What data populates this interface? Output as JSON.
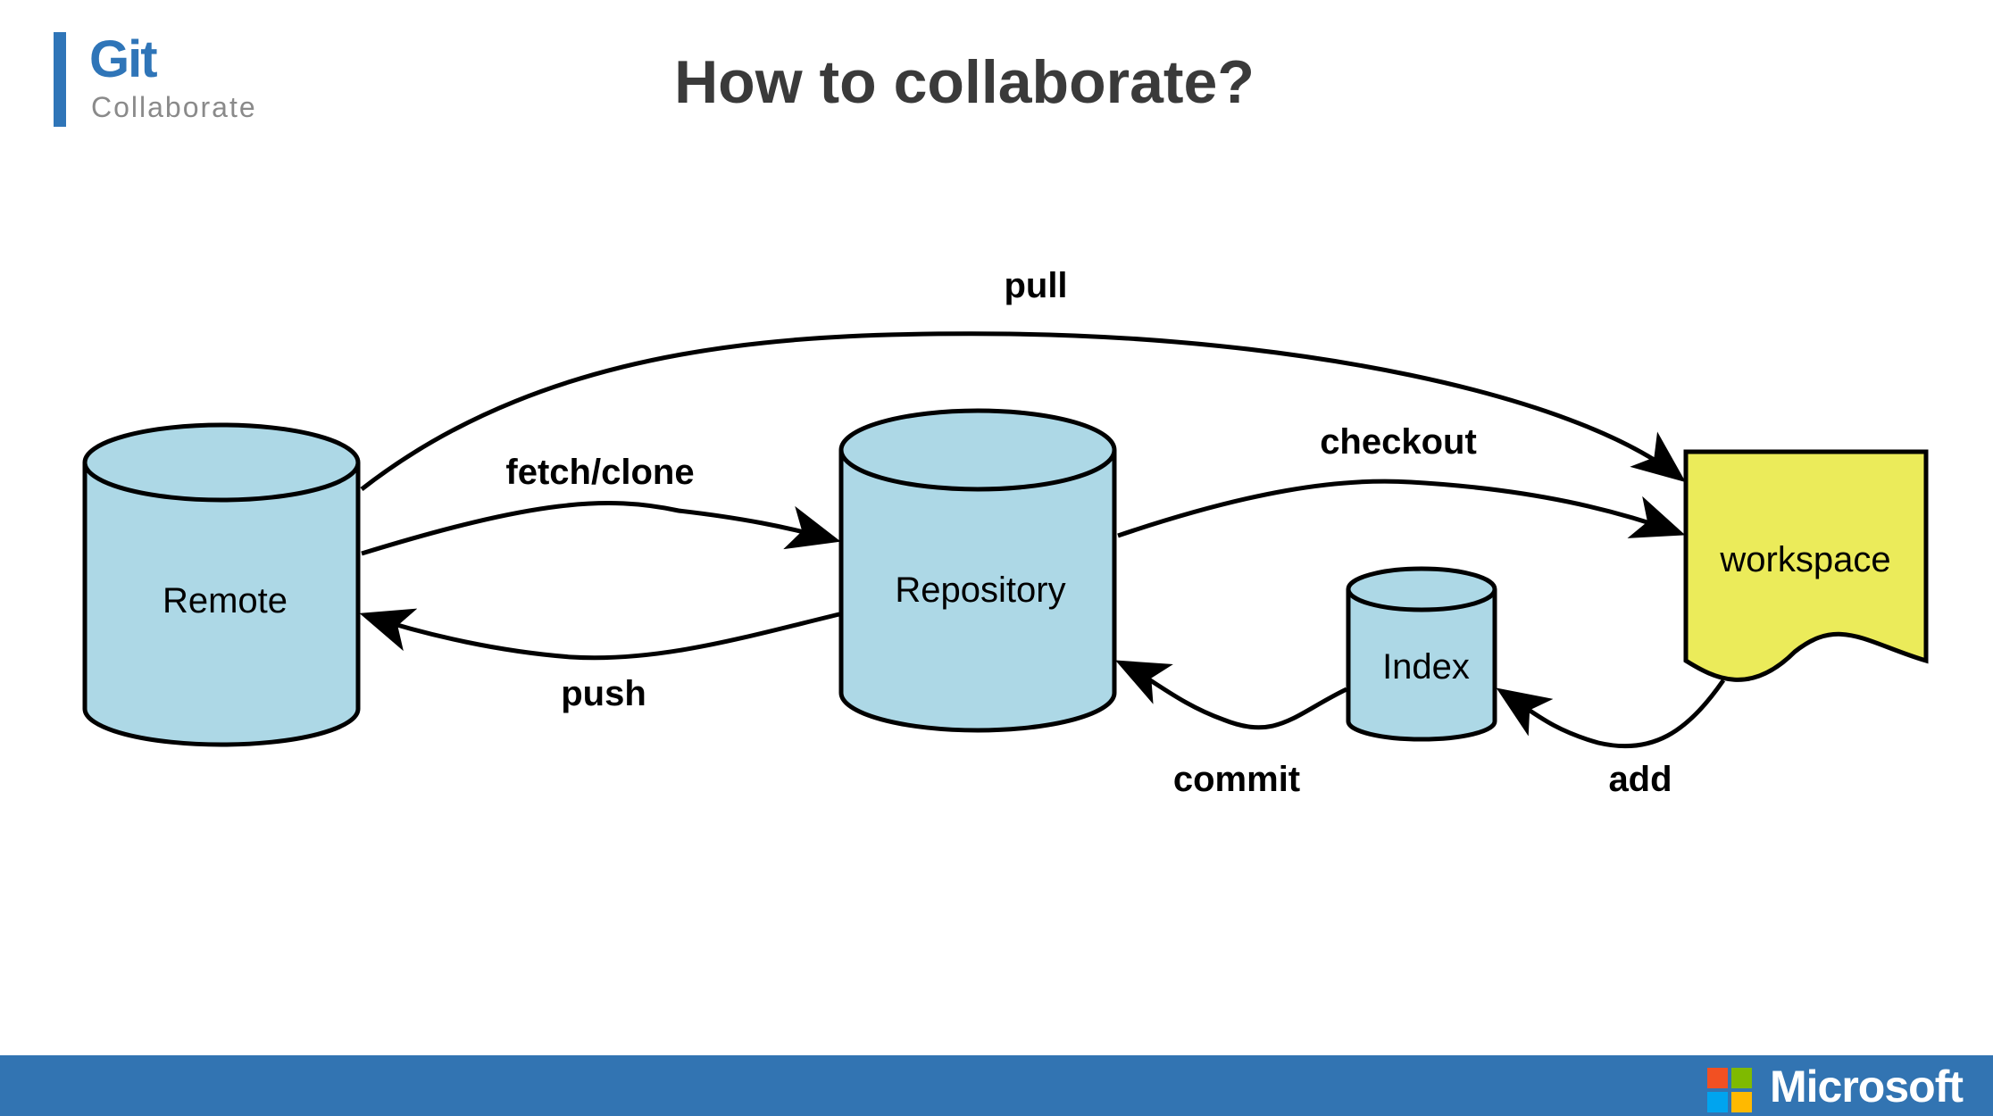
{
  "header": {
    "brand_title": "Git",
    "brand_subtitle": "Collaborate",
    "slide_title": "How to collaborate?"
  },
  "diagram": {
    "nodes": {
      "remote": "Remote",
      "repository": "Repository",
      "index": "Index",
      "workspace": "workspace"
    },
    "edges": {
      "pull": "pull",
      "fetch_clone": "fetch/clone",
      "push": "push",
      "checkout": "checkout",
      "commit": "commit",
      "add": "add"
    },
    "colors": {
      "cylinder_fill": "#add8e6",
      "workspace_fill": "#ebeb5a",
      "stroke": "#000000"
    }
  },
  "footer": {
    "logo_label": "Microsoft",
    "bar_color": "#3274b2",
    "logo_colors": [
      "#f25022",
      "#7fba00",
      "#00a4ef",
      "#ffb900"
    ]
  }
}
